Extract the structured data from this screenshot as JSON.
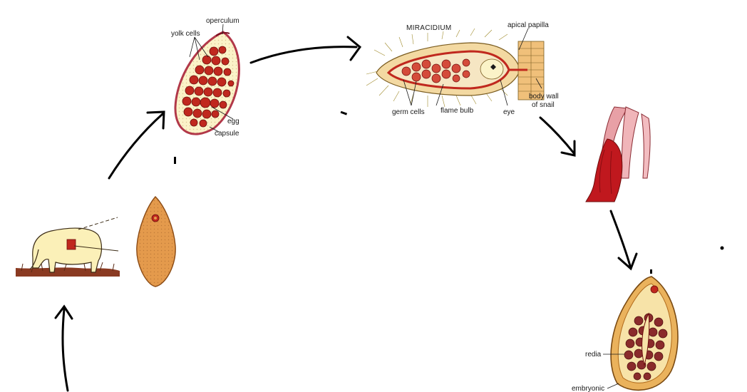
{
  "egg": {
    "labels": {
      "operculum": "operculum",
      "yolk_cells": "yolk cells",
      "egg": "egg",
      "capsule": "capsule"
    }
  },
  "miracidium": {
    "title": "MIRACIDIUM",
    "labels": {
      "apical_papilla": "apical papilla",
      "body_wall_1": "body wall",
      "body_wall_2": "of snail",
      "germ_cells": "germ cells",
      "flame_bulb": "flame bulb",
      "eye": "eye"
    }
  },
  "sporocyst": {
    "labels": {
      "redia": "redia",
      "embryonic": "embryonic"
    }
  },
  "colors": {
    "yolk": "#c0281e",
    "capsule_fill": "#fbf3c8",
    "capsule_edge": "#b2384a",
    "fluke": "#e49a4c",
    "snail_tentacle": "#e8a0a6",
    "arrow": "#000000"
  }
}
